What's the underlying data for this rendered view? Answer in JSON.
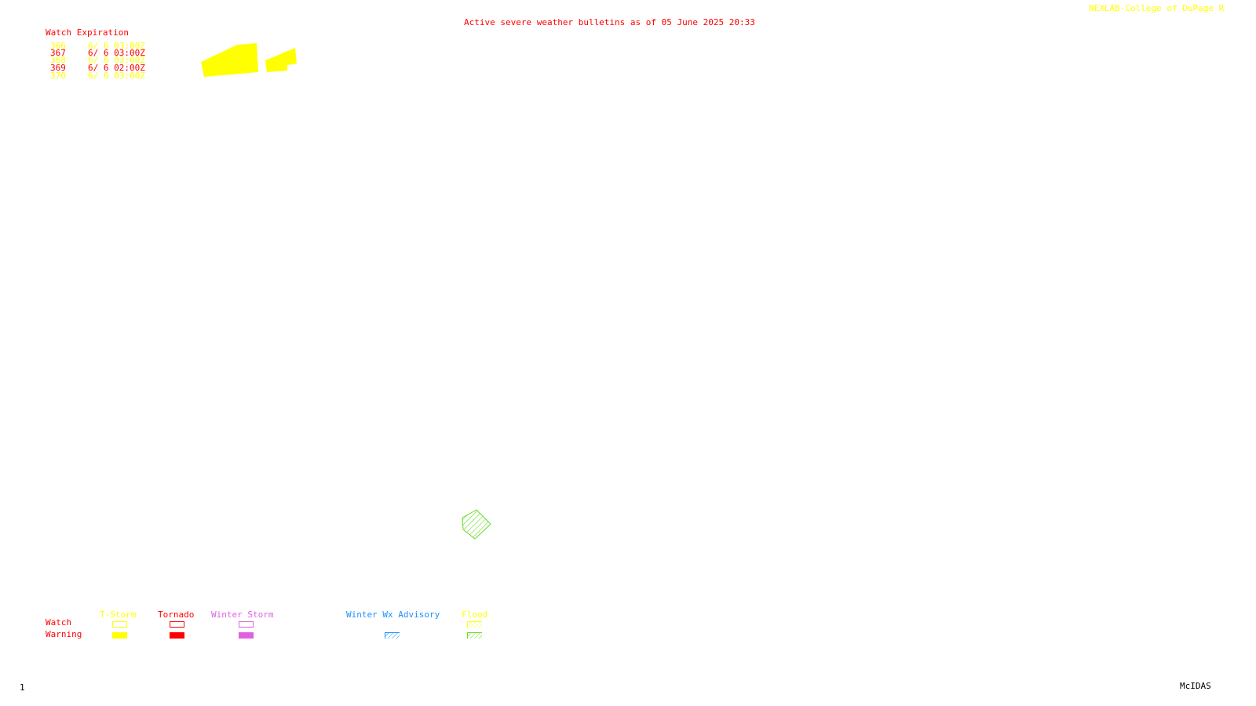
{
  "header": {
    "title": "Active severe weather bulletins as of 05 June 2025 20:33",
    "credit": "NEXLAB-College of DuPage R"
  },
  "watch_table": {
    "heading": "Watch Expiration",
    "rows": [
      {
        "number": "366",
        "expires": "6/ 6 03:00Z",
        "color": "#ffff00"
      },
      {
        "number": "367",
        "expires": "6/ 6 03:00Z",
        "color": "#ff0000"
      },
      {
        "number": "368",
        "expires": "6/ 6 03:00Z",
        "color": "#ffff00"
      },
      {
        "number": "369",
        "expires": "6/ 6 02:00Z",
        "color": "#ff0000"
      },
      {
        "number": "370",
        "expires": "6/ 6 03:00Z",
        "color": "#ffff00"
      }
    ]
  },
  "legend": {
    "row_labels": {
      "watch": "Watch",
      "warning": "Warning"
    },
    "categories": [
      {
        "label": "T-Storm",
        "color": "#ffff00"
      },
      {
        "label": "Tornado",
        "color": "#ff0000"
      },
      {
        "label": "Winter Storm",
        "color": "#e060e0"
      },
      {
        "label": "Winter Wx Advisory",
        "color": "#1e90ff"
      },
      {
        "label": "Flood",
        "color": "#66dd22"
      }
    ]
  },
  "footer": {
    "frame_number": "1",
    "software": "McIDAS"
  },
  "colors": {
    "label_red": "#ff0000",
    "credit_yellow": "#ffff00",
    "tstorm_watch_fill": "#ffff00",
    "flood_warning_hatch": "#66dd22"
  }
}
